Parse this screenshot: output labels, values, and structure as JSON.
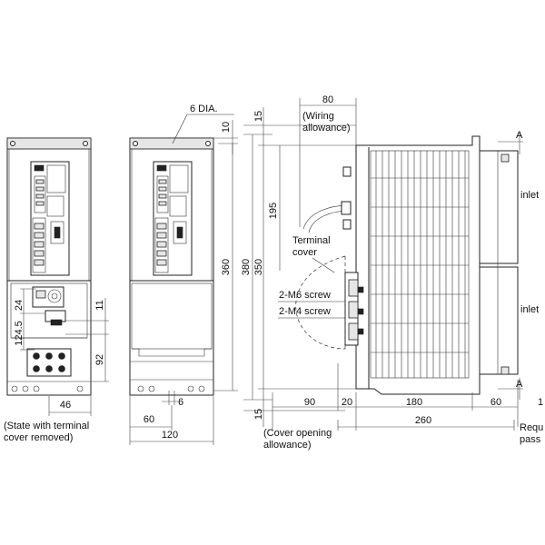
{
  "notes": {
    "hole": "6 DIA.",
    "state": [
      "(State with terminal",
      "cover removed)"
    ],
    "wiring": [
      "(Wiring",
      "allowance)"
    ],
    "terminal_cover": [
      "Terminal",
      "cover"
    ],
    "m6_screw": "2-M6 screw",
    "m4_screw": "2-M4 screw",
    "cover_opening": [
      "(Cover opening",
      "allowance)"
    ],
    "inlet": "inlet",
    "section_mark": "A",
    "required": [
      "Requ",
      "pass"
    ]
  },
  "dimensions": {
    "front_24": "24",
    "front_124_5": "124.5",
    "front_11": "11",
    "front_92": "92",
    "front_46": "46",
    "front_6": "6",
    "front_60": "60",
    "front_120": "120",
    "front_10": "10",
    "front_360": "360",
    "front_380": "380",
    "top_15": "15",
    "bottom_15": "15",
    "side_80": "80",
    "side_195": "195",
    "side_350": "350",
    "side_90": "90",
    "side_20": "20",
    "side_180": "180",
    "side_60": "60",
    "side_260": "260",
    "side_edge_1": "1"
  }
}
